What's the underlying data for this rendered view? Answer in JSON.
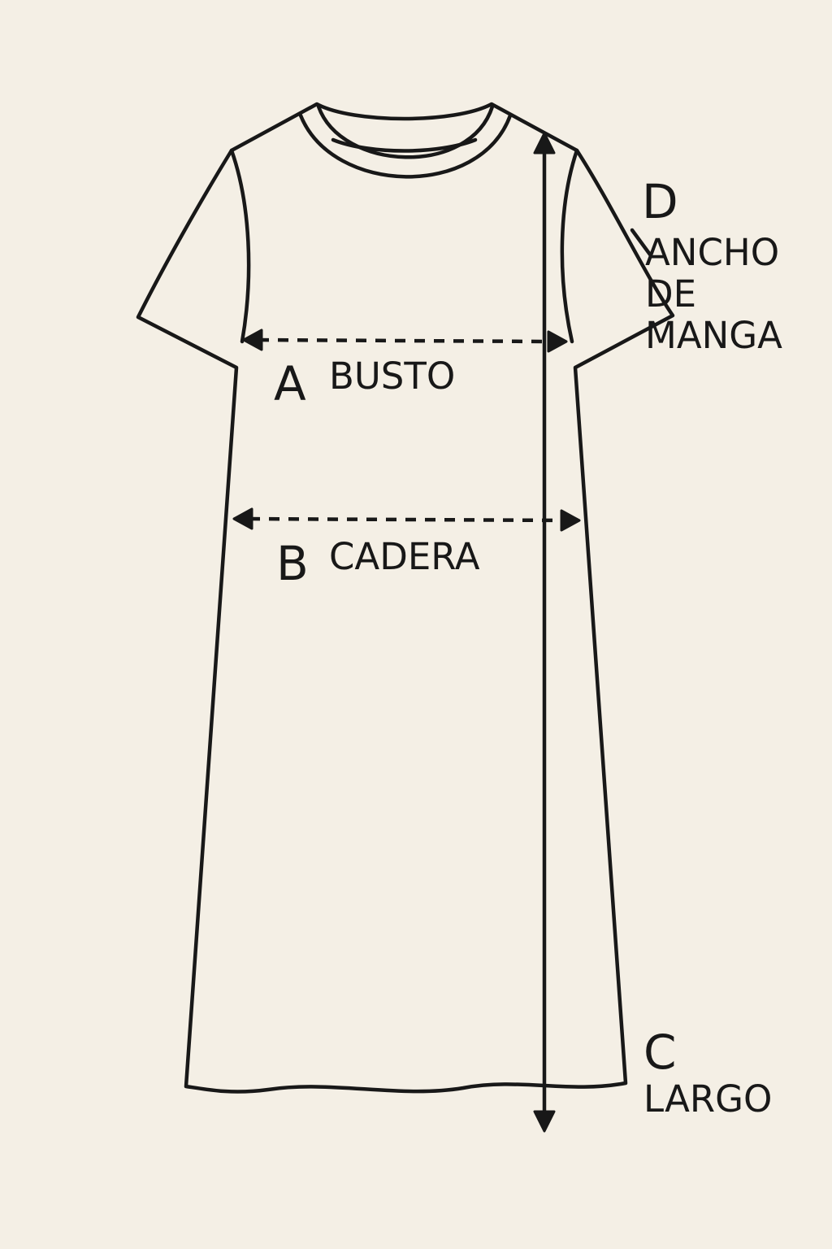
{
  "measurements": [
    {
      "letter": "A",
      "label": "BUSTO"
    },
    {
      "letter": "B",
      "label": "CADERA"
    },
    {
      "letter": "C",
      "label": "LARGO"
    },
    {
      "letter": "D",
      "label": "ANCHO\nDE MANGA"
    }
  ],
  "colors": {
    "background": "#f4efe5",
    "ink": "#181818"
  }
}
